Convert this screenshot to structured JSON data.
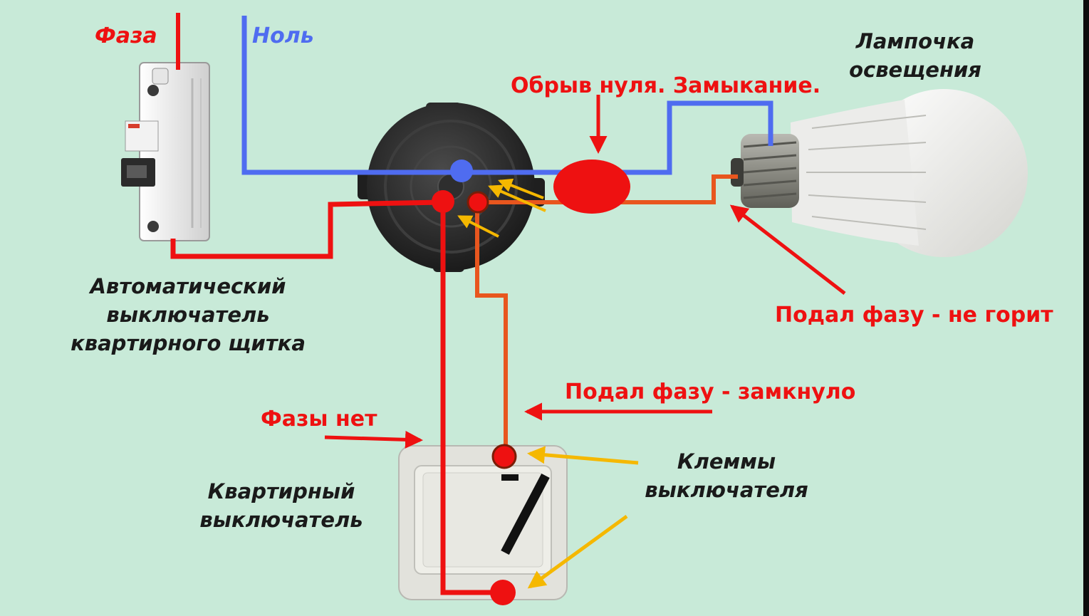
{
  "labels": {
    "phase": "Фаза",
    "neutral": "Ноль",
    "breaker_line1": "Автоматический",
    "breaker_line2": "выключатель",
    "breaker_line3": "квартирного щитка",
    "lamp_line1": "Лампочка",
    "lamp_line2": "освещения",
    "fault": "Обрыв нуля. Замыкание.",
    "lamp_phase": "Подал фазу - не горит",
    "switch_wire_phase": "Подал фазу - замкнуло",
    "no_phase": "Фазы нет",
    "terminals_line1": "Клеммы",
    "terminals_line2": "выключателя",
    "switch_line1": "Квартирный",
    "switch_line2": "выключатель"
  },
  "colors": {
    "background": "#c8ead8",
    "phase_wire": "#ee1111",
    "neutral_wire": "#4f6cf0",
    "switched_wire": "#e8561e",
    "pointer_yellow": "#f5b800",
    "label_dark": "#1a1a1a"
  },
  "icons": {
    "breaker": "circuit-breaker-icon",
    "junction_box": "junction-box-icon",
    "bulb": "led-bulb-icon",
    "switch": "wall-switch-icon"
  }
}
